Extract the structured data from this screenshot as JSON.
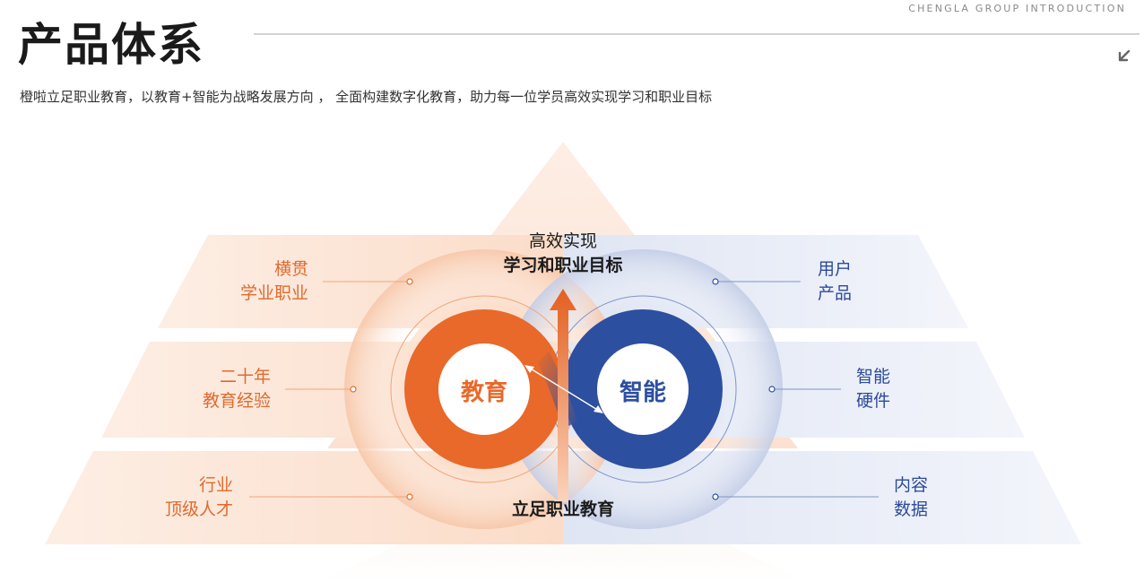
{
  "header": {
    "brand": "CHENGLA GROUP INTRODUCTION",
    "title": "产品体系",
    "subtitle": "橙啦立足职业教育，以教育+智能为战略发展方向 ， 全面构建数字化教育，助力每一位学员高效实现学习和职业目标"
  },
  "diagram": {
    "top_label_1": "高效实现",
    "top_label_2": "学习和职业目标",
    "bottom_label": "立足职业教育",
    "left_circle": "教育",
    "right_circle": "智能",
    "left_items": [
      {
        "line1": "横贯",
        "line2": "学业职业"
      },
      {
        "line1": "二十年",
        "line2": "教育经验"
      },
      {
        "line1": "行业",
        "line2": "顶级人才"
      }
    ],
    "right_items": [
      {
        "line1": "用户",
        "line2": "产品"
      },
      {
        "line1": "智能",
        "line2": "硬件"
      },
      {
        "line1": "内容",
        "line2": "数据"
      }
    ]
  },
  "colors": {
    "orange": "#e8692a",
    "blue": "#2d4fa0",
    "title": "#1a1a1a"
  },
  "icons": [
    "arrow-down-left-icon"
  ]
}
